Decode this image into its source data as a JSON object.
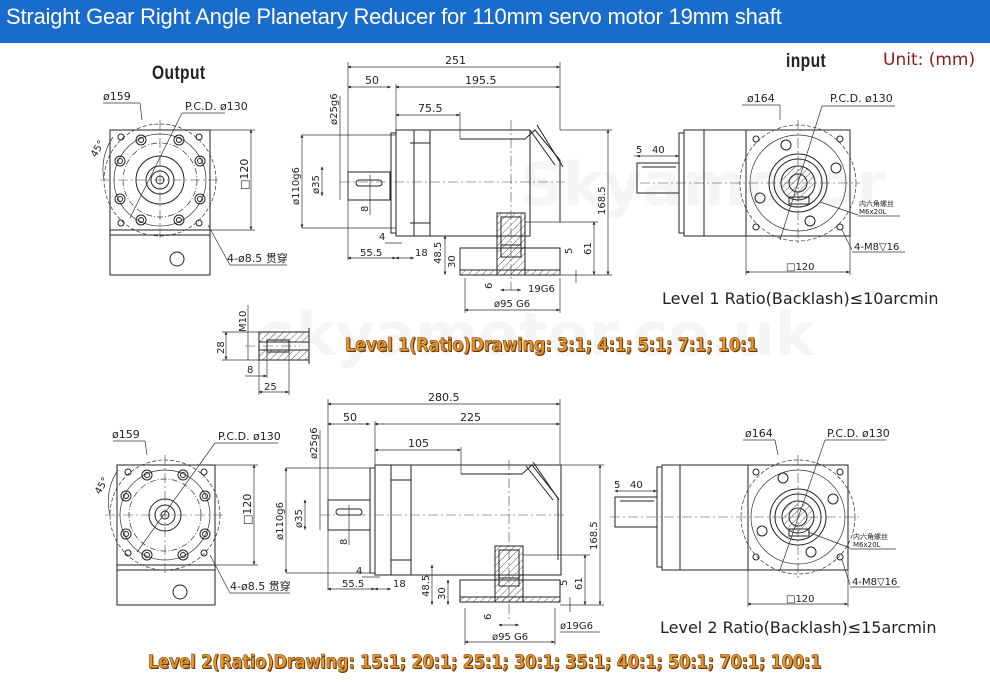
{
  "header": {
    "title": "Straight Gear Right Angle Planetary Reducer for 110mm servo motor 19mm shaft",
    "background": "#1a6ccc"
  },
  "labels": {
    "output": "Output",
    "input": "input",
    "unit": "Unit: (mm)"
  },
  "level1": {
    "front_view": {
      "outer_diameter": "ø159",
      "pcd": "P.C.D. ø130",
      "angle": "45°",
      "square": "□120",
      "holes": "4-ø8.5 贯穿"
    },
    "side_view": {
      "overall_length": "251",
      "shaft_length": "50",
      "body_length": "195.5",
      "flange_to_axis": "75.5",
      "shaft_diameter": "ø25g6",
      "pilot_diameter": "ø110g6",
      "shaft_shoulder": "ø35",
      "key_width": "8",
      "flange_thickness": "4",
      "shaft_total": "55.5",
      "spigot": "18",
      "axis_height": "48.5",
      "input_height": "30",
      "height": "168.5",
      "input_flange_height": "61",
      "input_spigot": "5",
      "input_recess": "6",
      "input_bore": "19G6",
      "input_pilot": "ø95 G6"
    },
    "input_view": {
      "outer_diameter": "ø164",
      "pcd": "P.C.D. ø130",
      "key_offset": "5",
      "key_length": "40",
      "clamp_screw_cn": "内六角螺丝",
      "clamp_screw": "M6x20L",
      "mount_holes": "4-M8▽16",
      "square": "□120"
    },
    "backlash": "Level 1 Ratio(Backlash)≤10arcmin",
    "ratios": "Level 1(Ratio)Drawing: 3:1;  4:1;  5:1;  7:1;  10:1"
  },
  "shaft_detail": {
    "thread": "M10",
    "length": "28",
    "depth_8": "8",
    "depth_25": "25"
  },
  "level2": {
    "front_view": {
      "outer_diameter": "ø159",
      "pcd": "P.C.D. ø130",
      "angle": "45°",
      "square": "□120",
      "holes": "4-ø8.5 贯穿"
    },
    "side_view": {
      "overall_length": "280.5",
      "shaft_length": "50",
      "body_length": "225",
      "flange_to_axis": "105",
      "shaft_diameter": "ø25g6",
      "pilot_diameter": "ø110g6",
      "shaft_shoulder": "ø35",
      "key_width": "8",
      "flange_thickness": "4",
      "shaft_total": "55.5",
      "spigot": "18",
      "axis_height": "48.5",
      "input_height": "30",
      "height": "168.5",
      "input_flange_height": "61",
      "input_spigot": "5",
      "input_recess": "6",
      "input_bore": "ø19G6",
      "input_pilot": "ø95 G6"
    },
    "input_view": {
      "outer_diameter": "ø164",
      "pcd": "P.C.D. ø130",
      "key_offset": "5",
      "key_length": "40",
      "clamp_screw_cn": "内六角螺丝",
      "clamp_screw": "M6x20L",
      "mount_holes": "4-M8▽16",
      "square": "□120"
    },
    "backlash": "Level 2 Ratio(Backlash)≤15arcmin",
    "ratios": "Level 2(Ratio)Drawing: 15:1; 20:1; 25:1; 30:1; 35:1; 40:1; 50:1; 70:1; 100:1"
  },
  "colors": {
    "ratio_text": "#e8962a",
    "unit_text": "#8b1a1a"
  }
}
